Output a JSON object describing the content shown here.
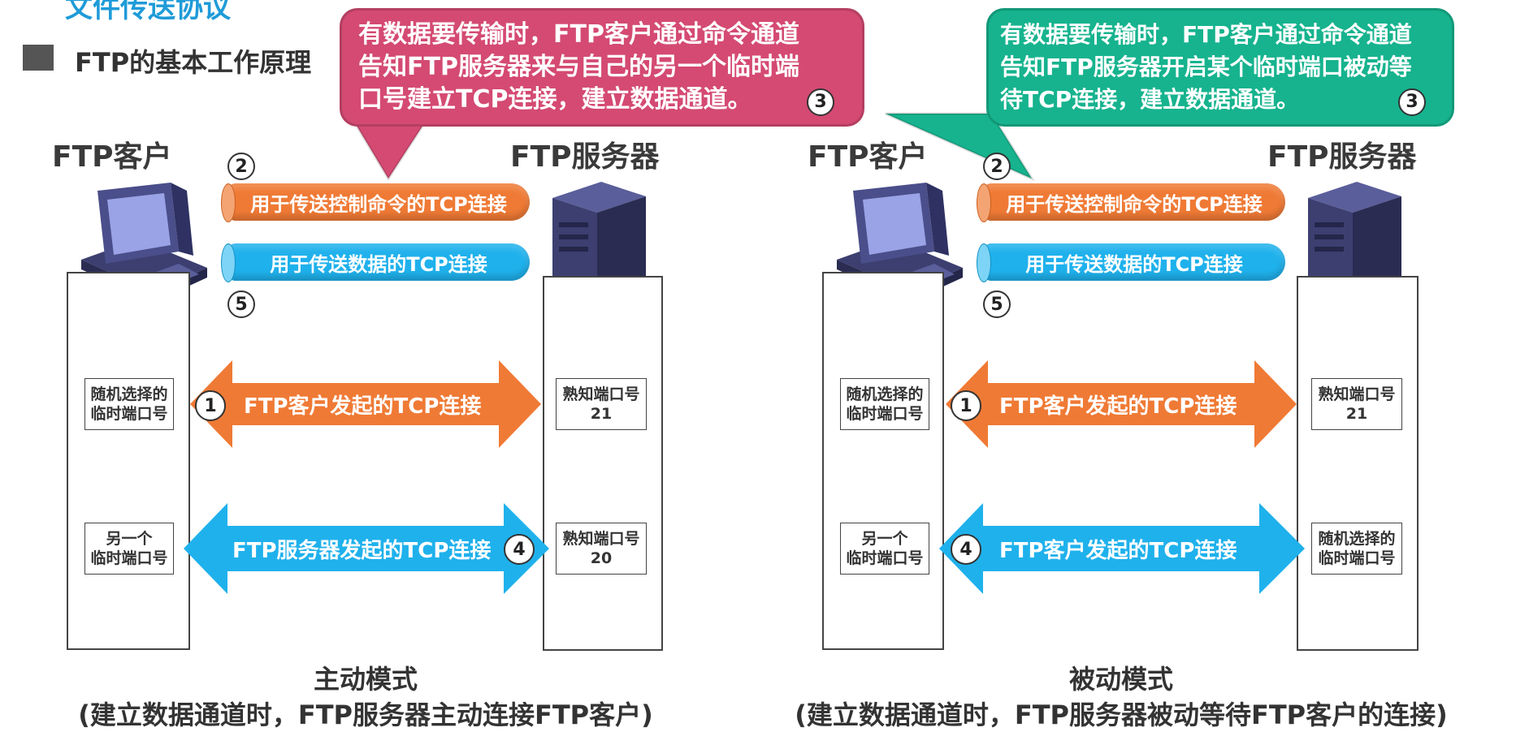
{
  "page": {
    "top_text": "文件传送协议",
    "heading": "FTP的基本工作原理"
  },
  "active": {
    "bubble_lines": [
      "有数据要传输时，FTP客户通过命令通道",
      "告知FTP服务器来与自己的另一个临时端",
      "口号建立TCP连接，建立数据通道。"
    ],
    "bubble_num": "3",
    "client_label": "FTP客户",
    "server_label": "FTP服务器",
    "control_pipe": "用于传送控制命令的TCP连接",
    "data_pipe": "用于传送数据的TCP连接",
    "num_control": "2",
    "num_data": "5",
    "client_port1": [
      "随机选择的",
      "临时端口号"
    ],
    "server_port1": [
      "熟知端口号",
      "21"
    ],
    "arrow1": "FTP客户发起的TCP连接",
    "arrow1_num": "1",
    "client_port2": [
      "另一个",
      "临时端口号"
    ],
    "server_port2": [
      "熟知端口号",
      "20"
    ],
    "arrow2": "FTP服务器发起的TCP连接",
    "arrow2_num": "4",
    "mode_title": "主动模式",
    "mode_desc": "(建立数据通道时，FTP服务器主动连接FTP客户)"
  },
  "passive": {
    "bubble_lines": [
      "有数据要传输时，FTP客户通过命令通道",
      "告知FTP服务器开启某个临时端口被动等",
      "待TCP连接，建立数据通道。"
    ],
    "bubble_num": "3",
    "client_label": "FTP客户",
    "server_label": "FTP服务器",
    "control_pipe": "用于传送控制命令的TCP连接",
    "data_pipe": "用于传送数据的TCP连接",
    "num_control": "2",
    "num_data": "5",
    "client_port1": [
      "随机选择的",
      "临时端口号"
    ],
    "server_port1": [
      "熟知端口号",
      "21"
    ],
    "arrow1": "FTP客户发起的TCP连接",
    "arrow1_num": "1",
    "client_port2": [
      "另一个",
      "临时端口号"
    ],
    "server_port2": [
      "随机选择的",
      "临时端口号"
    ],
    "arrow2": "FTP客户发起的TCP连接",
    "arrow2_num": "4",
    "mode_title": "被动模式",
    "mode_desc": "(建立数据通道时，FTP服务器被动等待FTP客户的连接)"
  },
  "colors": {
    "orange": "#ef7a35",
    "blue": "#1fb1ec",
    "pink": "#d44a72",
    "green": "#16b38e"
  }
}
